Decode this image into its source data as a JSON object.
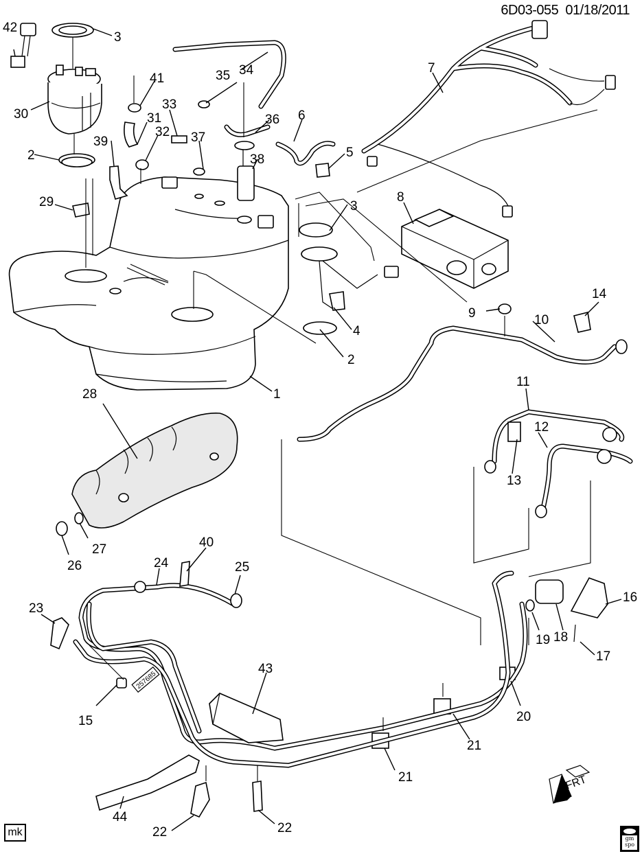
{
  "header": {
    "diagram_code": "6D03-055",
    "date": "01/18/2011"
  },
  "footer": {
    "author_initials": "mk",
    "logo_line1": "gm",
    "logo_line2": "spo",
    "front_indicator": "FRT"
  },
  "tube_label": "257685",
  "callouts": [
    {
      "id": "c1",
      "label": "1"
    },
    {
      "id": "c2a",
      "label": "2"
    },
    {
      "id": "c2b",
      "label": "2"
    },
    {
      "id": "c3a",
      "label": "3"
    },
    {
      "id": "c3b",
      "label": "3"
    },
    {
      "id": "c4",
      "label": "4"
    },
    {
      "id": "c5",
      "label": "5"
    },
    {
      "id": "c6",
      "label": "6"
    },
    {
      "id": "c7",
      "label": "7"
    },
    {
      "id": "c8",
      "label": "8"
    },
    {
      "id": "c9",
      "label": "9"
    },
    {
      "id": "c10",
      "label": "10"
    },
    {
      "id": "c11",
      "label": "11"
    },
    {
      "id": "c12",
      "label": "12"
    },
    {
      "id": "c13",
      "label": "13"
    },
    {
      "id": "c14",
      "label": "14"
    },
    {
      "id": "c15",
      "label": "15"
    },
    {
      "id": "c16",
      "label": "16"
    },
    {
      "id": "c17",
      "label": "17"
    },
    {
      "id": "c18",
      "label": "18"
    },
    {
      "id": "c19",
      "label": "19"
    },
    {
      "id": "c20",
      "label": "20"
    },
    {
      "id": "c21a",
      "label": "21"
    },
    {
      "id": "c21b",
      "label": "21"
    },
    {
      "id": "c22a",
      "label": "22"
    },
    {
      "id": "c22b",
      "label": "22"
    },
    {
      "id": "c23",
      "label": "23"
    },
    {
      "id": "c24",
      "label": "24"
    },
    {
      "id": "c25",
      "label": "25"
    },
    {
      "id": "c26",
      "label": "26"
    },
    {
      "id": "c27",
      "label": "27"
    },
    {
      "id": "c28",
      "label": "28"
    },
    {
      "id": "c29",
      "label": "29"
    },
    {
      "id": "c30",
      "label": "30"
    },
    {
      "id": "c31",
      "label": "31"
    },
    {
      "id": "c32",
      "label": "32"
    },
    {
      "id": "c33",
      "label": "33"
    },
    {
      "id": "c34",
      "label": "34"
    },
    {
      "id": "c35",
      "label": "35"
    },
    {
      "id": "c36",
      "label": "36"
    },
    {
      "id": "c37",
      "label": "37"
    },
    {
      "id": "c38",
      "label": "38"
    },
    {
      "id": "c39",
      "label": "39"
    },
    {
      "id": "c40",
      "label": "40"
    },
    {
      "id": "c41",
      "label": "41"
    },
    {
      "id": "c42",
      "label": "42"
    },
    {
      "id": "c43",
      "label": "43"
    },
    {
      "id": "c44",
      "label": "44"
    }
  ]
}
